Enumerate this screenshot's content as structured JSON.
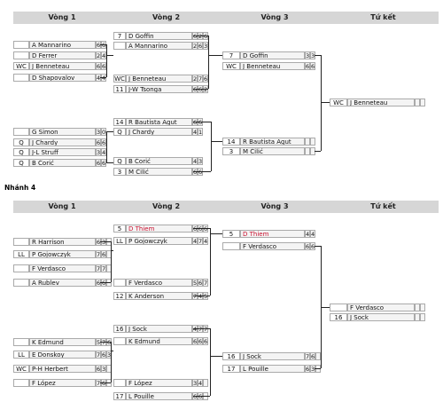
{
  "section2_title": "Nhánh 4",
  "header_labels": {
    "r1": "Vòng 1",
    "r2": "Vòng 2",
    "r3": "Vòng 3",
    "qf": "Tứ kết"
  },
  "colors": {
    "header_bg": "#d6d6d6",
    "highlight": "#c8102e"
  },
  "bracket1": [
    {
      "seed": "",
      "name": "A Mannarino",
      "scores": [
        "6",
        "6"
      ]
    },
    {
      "seed": "",
      "name": "D Ferrer",
      "scores": [
        "2",
        "4"
      ]
    },
    {
      "seed": "WC",
      "name": "J Benneteau",
      "scores": [
        "6",
        "6"
      ]
    },
    {
      "seed": "",
      "name": "D Shapovalov",
      "scores": [
        "4",
        "4"
      ]
    },
    {
      "seed": "7",
      "name": "D Goffin",
      "scores": [
        "6",
        "2",
        "6"
      ]
    },
    {
      "seed": "",
      "name": "A Mannarino",
      "scores": [
        "2",
        "6",
        "3"
      ]
    },
    {
      "seed": "WC",
      "name": "J Benneteau",
      "scores": [
        "2",
        "7⁶",
        "6"
      ]
    },
    {
      "seed": "11",
      "name": "J-W Tsonga",
      "scores": [
        "6",
        "6⁴",
        "2"
      ]
    },
    {
      "seed": "7",
      "name": "D Goffin",
      "scores": [
        "3",
        "3"
      ]
    },
    {
      "seed": "WC",
      "name": "J Benneteau",
      "scores": [
        "6",
        "6"
      ]
    },
    {
      "seed": "WC",
      "name": "J Benneteau",
      "scores": [
        "",
        ""
      ]
    },
    {
      "seed": "",
      "name": "G Simon",
      "scores": [
        "3",
        "0"
      ]
    },
    {
      "seed": "Q",
      "name": "J Chardy",
      "scores": [
        "6",
        "6"
      ]
    },
    {
      "seed": "Q",
      "name": "J-L Struff",
      "scores": [
        "3",
        "4"
      ]
    },
    {
      "seed": "Q",
      "name": "B Ćorić",
      "scores": [
        "6",
        "6"
      ]
    },
    {
      "seed": "14",
      "name": "R Bautista Agut",
      "scores": [
        "6",
        "6"
      ]
    },
    {
      "seed": "Q",
      "name": "J Chardy",
      "scores": [
        "4",
        "1"
      ]
    },
    {
      "seed": "Q",
      "name": "B Ćorić",
      "scores": [
        "4",
        "3"
      ]
    },
    {
      "seed": "3",
      "name": "M Čilić",
      "scores": [
        "6",
        "6"
      ]
    },
    {
      "seed": "14",
      "name": "R Bautista Agut",
      "scores": [
        "",
        ""
      ]
    },
    {
      "seed": "3",
      "name": "M Čilić",
      "scores": [
        "",
        ""
      ]
    }
  ],
  "bracket2": [
    {
      "seed": "",
      "name": "R Harrison",
      "scores": [
        "6⁵",
        "3",
        ""
      ]
    },
    {
      "seed": "LL",
      "name": "P Gojowczyk",
      "scores": [
        "7⁷",
        "6",
        ""
      ]
    },
    {
      "seed": "",
      "name": "F Verdasco",
      "scores": [
        "7⁷",
        "7⁸",
        ""
      ]
    },
    {
      "seed": "",
      "name": "A Rublev",
      "scores": [
        "6¹",
        "6⁶",
        ""
      ]
    },
    {
      "seed": "5",
      "name": "D Thiem",
      "scores": [
        "6",
        "6³",
        "6"
      ]
    },
    {
      "seed": "LL",
      "name": "P Gojowczyk",
      "scores": [
        "4",
        "7⁷",
        "4"
      ]
    },
    {
      "seed": "",
      "name": "F Verdasco",
      "scores": [
        "5",
        "6",
        "7"
      ]
    },
    {
      "seed": "12",
      "name": "K Anderson",
      "scores": [
        "7",
        "4",
        "5"
      ]
    },
    {
      "seed": "5",
      "name": "D Thiem",
      "scores": [
        "4",
        "4"
      ]
    },
    {
      "seed": "",
      "name": "F Verdasco",
      "scores": [
        "6",
        "6"
      ]
    },
    {
      "seed": "",
      "name": "F Verdasco",
      "scores": [
        "",
        ""
      ]
    },
    {
      "seed": "16",
      "name": "J Sock",
      "scores": [
        "",
        ""
      ]
    },
    {
      "seed": "",
      "name": "K Edmund",
      "scores": [
        "5",
        "7⁷",
        "6"
      ]
    },
    {
      "seed": "LL",
      "name": "E Donskoy",
      "scores": [
        "7",
        "6⁵",
        "3"
      ]
    },
    {
      "seed": "WC",
      "name": "P-H Herbert",
      "scores": [
        "6⁴",
        "3",
        ""
      ]
    },
    {
      "seed": "",
      "name": "F López",
      "scores": [
        "7⁷",
        "6",
        ""
      ]
    },
    {
      "seed": "16",
      "name": "J Sock",
      "scores": [
        "4",
        "7⁷",
        "7⁷"
      ]
    },
    {
      "seed": "",
      "name": "K Edmund",
      "scores": [
        "6",
        "6⁴",
        "6⁵"
      ]
    },
    {
      "seed": "",
      "name": "F López",
      "scores": [
        "3",
        "4",
        ""
      ]
    },
    {
      "seed": "17",
      "name": "L Pouille",
      "scores": [
        "6",
        "6",
        ""
      ]
    },
    {
      "seed": "16",
      "name": "J Sock",
      "scores": [
        "7⁸",
        "6",
        ""
      ]
    },
    {
      "seed": "17",
      "name": "L Pouille",
      "scores": [
        "6⁶",
        "3",
        ""
      ]
    }
  ]
}
